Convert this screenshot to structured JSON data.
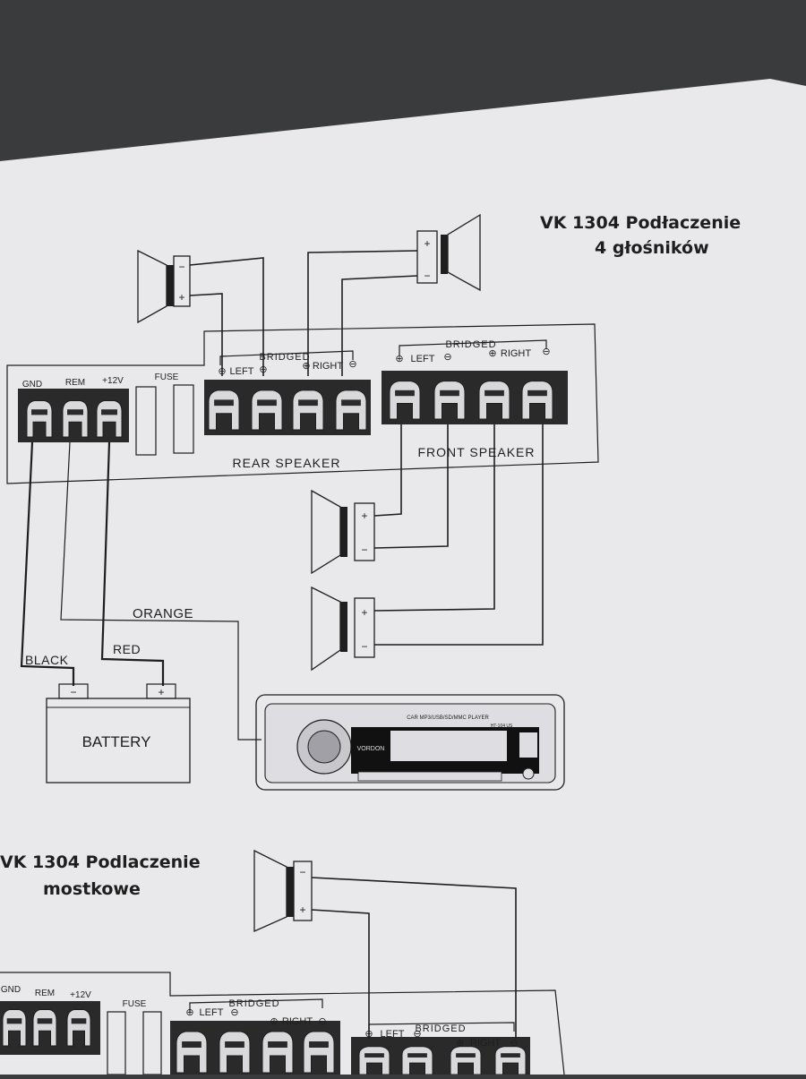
{
  "titles": {
    "top_line1": "VK 1304  Podłaczenie",
    "top_line2": "4 głośników",
    "bottom_line1": "VK 1304  Podlaczenie",
    "bottom_line2": "mostkowe"
  },
  "amp": {
    "power_labels": [
      "GND",
      "REM",
      "+12V"
    ],
    "fuse_label": "FUSE",
    "bridged_label": "BRIDGED",
    "left_label": "LEFT",
    "right_label": "RIGHT",
    "rear_label": "REAR SPEAKER",
    "front_label": "FRONT SPEAKER",
    "plus_symbol": "⊕",
    "minus_symbol": "⊖"
  },
  "speaker": {
    "plus": "+",
    "minus": "−"
  },
  "wires": {
    "black": "BLACK",
    "red": "RED",
    "orange": "ORANGE"
  },
  "battery": {
    "label": "BATTERY",
    "neg": "−",
    "pos": "+"
  },
  "head_unit": {
    "brand": "VORDON",
    "model_line": "CAR MP3/USB/SD/MMC PLAYER",
    "model_code": "HT-104 US"
  },
  "colors": {
    "paper": "#e9e9ec",
    "line": "#1e1e1e",
    "background": "#3a3b3d"
  }
}
